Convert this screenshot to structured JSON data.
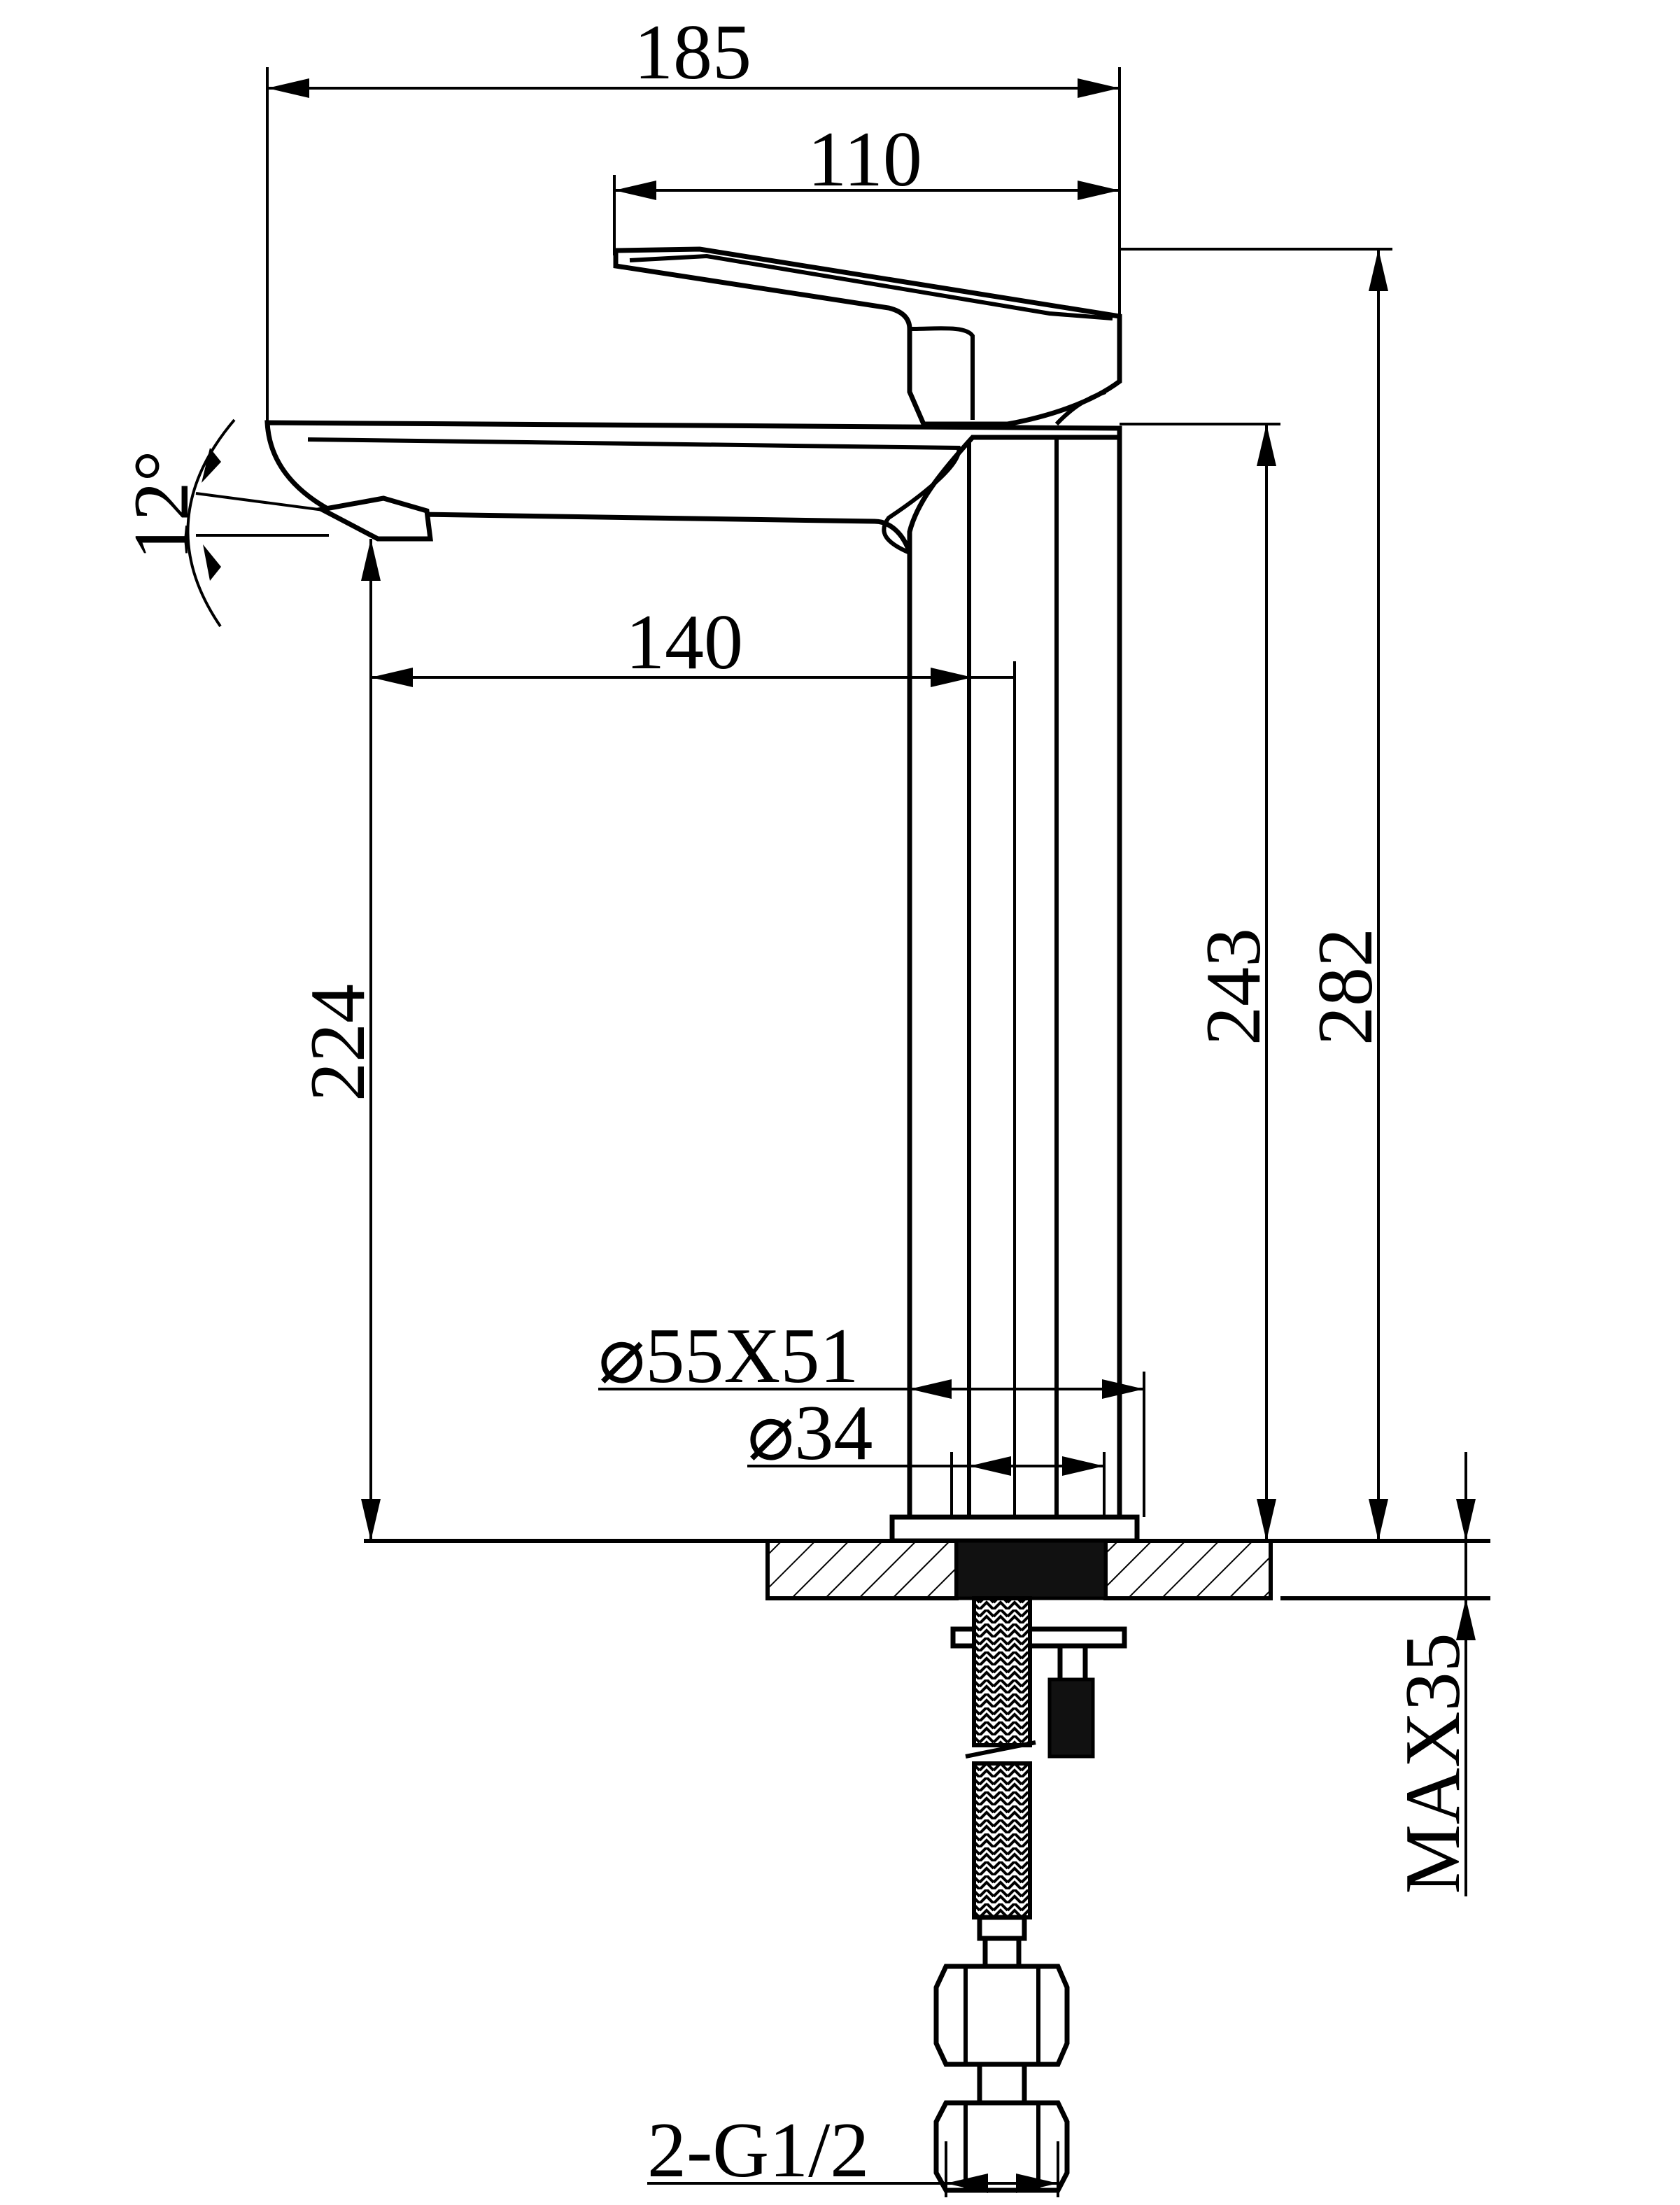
{
  "dimensions": {
    "overall_width": "185",
    "lever_length": "110",
    "spout_reach": "140",
    "spout_height": "224",
    "body_height": "243",
    "overall_height": "282",
    "spout_angle": "12°",
    "base_size": "⌀55X51",
    "body_diameter": "⌀34",
    "max_deck_thickness": "MAX35",
    "connection_thread": "2-G1/2"
  }
}
